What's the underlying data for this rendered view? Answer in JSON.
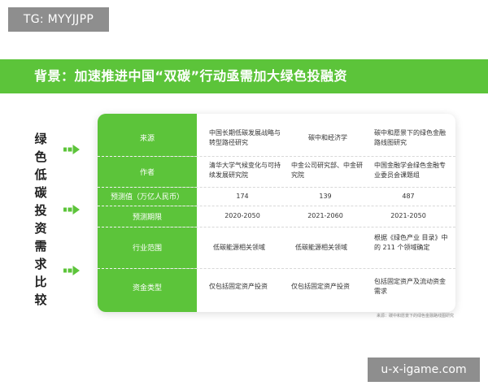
{
  "tag_badge": "TG: MYYJJPP",
  "banner": {
    "title": "背景：加速推进中国“双碳”行动亟需加大绿色投融资"
  },
  "side_title": [
    "绿",
    "色",
    "低",
    "碳",
    "投",
    "资",
    "需",
    "求",
    "比",
    "较"
  ],
  "table": {
    "rows": [
      {
        "label": "来源",
        "cells": [
          "中国长期低碳发展战略与转型路径研究",
          "碳中和经济学",
          "碳中和愿景下的绿色金融路线图研究"
        ]
      },
      {
        "label": "作者",
        "cells": [
          "清华大学气候变化与可持续发展研究院",
          "中金公司研究部、中金研究院",
          "中国金融学会绿色金融专业委员会课题组"
        ]
      },
      {
        "label": "预测值（万亿人民币）",
        "cells": [
          "174",
          "139",
          "487"
        ]
      },
      {
        "label": "预测期限",
        "cells": [
          "2020-2050",
          "2021-2060",
          "2021-2050"
        ]
      },
      {
        "label": "行业范围",
        "cells": [
          "低碳能源相关领域",
          "低碳能源相关领域",
          "根据《绿色产业 目录》中的 211 个领域确定"
        ]
      },
      {
        "label": "资金类型",
        "cells": [
          "仅包括固定资产投资",
          "仅包括固定资产投资",
          "包括固定资产及流动资金需求"
        ]
      }
    ]
  },
  "footnote": "来源：碳中和愿景下的绿色金融路线图研究",
  "site_badge": "u-x-igame.com",
  "colors": {
    "accent": "#5cc43a",
    "badge": "#8e8e8e"
  }
}
